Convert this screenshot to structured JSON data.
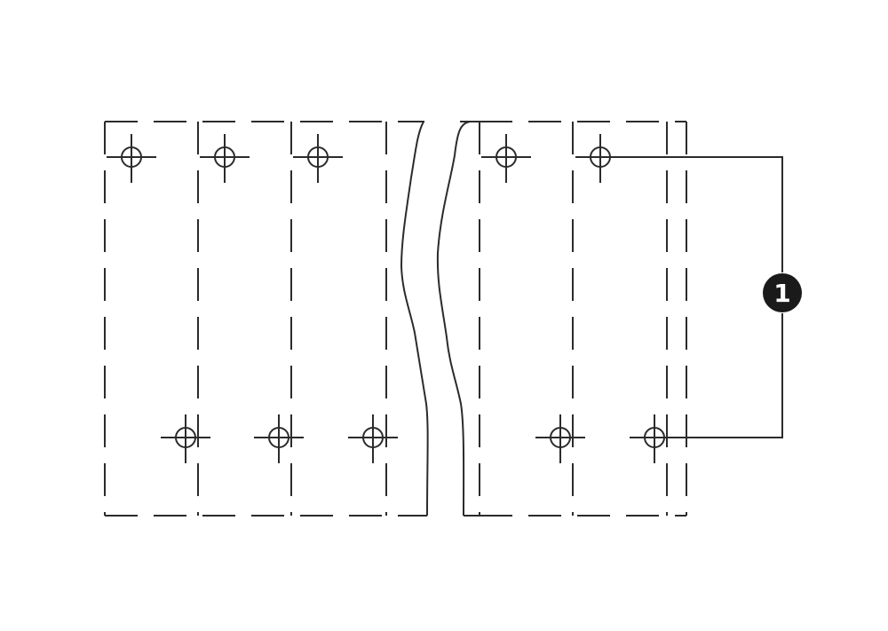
{
  "diagram": {
    "type": "pcb-footprint",
    "line_color": "#2b2b2b",
    "background": "#ffffff",
    "callout": {
      "label": "1",
      "fill": "#1a1a1a",
      "text_color": "#ffffff"
    },
    "rows": [
      "top",
      "bottom"
    ],
    "pins_left_section": 3,
    "pins_right_section": 2,
    "has_break_lines": true
  }
}
